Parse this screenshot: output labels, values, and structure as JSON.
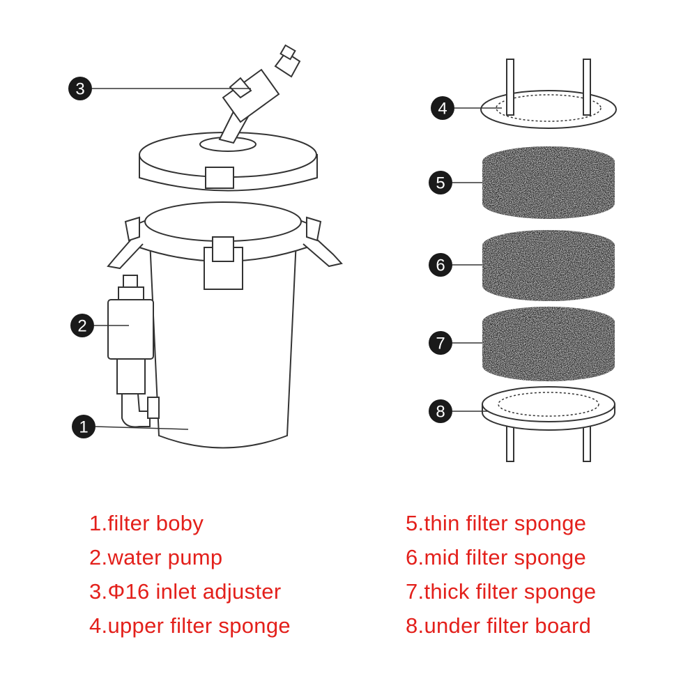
{
  "callouts": {
    "c1": "1",
    "c2": "2",
    "c3": "3",
    "c4": "4",
    "c5": "5",
    "c6": "6",
    "c7": "7",
    "c8": "8"
  },
  "legend_left": [
    "1.filter boby",
    "2.water pump",
    "3.Φ16 inlet adjuster",
    "4.upper filter sponge"
  ],
  "legend_right": [
    "5.thin filter sponge",
    "6.mid filter sponge",
    "7.thick filter sponge",
    "8.under filter board"
  ],
  "colors": {
    "label_text": "#e3201b",
    "callout_fill": "#1a1a1a",
    "sponge": "#2e2e2e"
  }
}
